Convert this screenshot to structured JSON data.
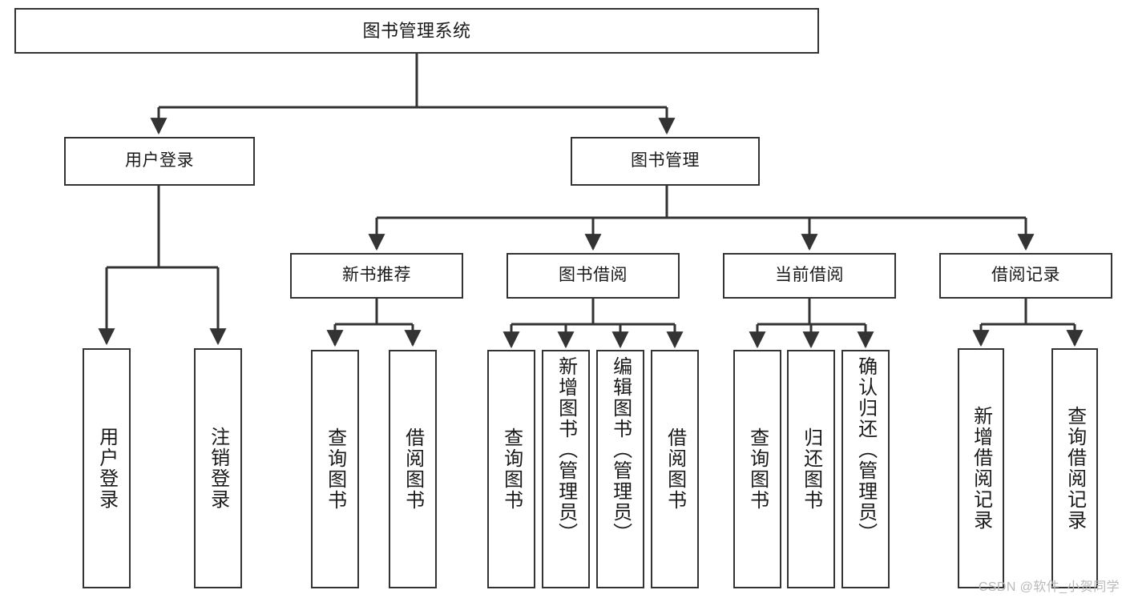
{
  "diagram": {
    "type": "tree",
    "title": "图书管理系统",
    "orientation": "top-down",
    "colors": {
      "background": "#ffffff",
      "box_border": "#333333",
      "box_fill": "#ffffff",
      "edge": "#333333",
      "text": "#1a1a1a",
      "watermark": "#b9b9b9"
    }
  },
  "root": {
    "label": "图书管理系统"
  },
  "level2": [
    {
      "label": "用户登录"
    },
    {
      "label": "图书管理"
    }
  ],
  "level3": [
    {
      "label": "新书推荐"
    },
    {
      "label": "图书借阅"
    },
    {
      "label": "当前借阅"
    },
    {
      "label": "借阅记录"
    }
  ],
  "leaves": {
    "user_login": [
      {
        "label": "用户登录"
      },
      {
        "label": "注销登录"
      }
    ],
    "new_book_recommend": [
      {
        "label": "查询图书"
      },
      {
        "label": "借阅图书"
      }
    ],
    "book_borrow": [
      {
        "label": "查询图书"
      },
      {
        "label": "新增图书（管理员）"
      },
      {
        "label": "编辑图书（管理员）"
      },
      {
        "label": "借阅图书"
      }
    ],
    "current_borrow": [
      {
        "label": "查询图书"
      },
      {
        "label": "归还图书"
      },
      {
        "label": "确认归还（管理员）"
      }
    ],
    "borrow_record": [
      {
        "label": "新增借阅记录"
      },
      {
        "label": "查询借阅记录"
      }
    ]
  },
  "watermark": {
    "text": "CSDN @软件_小贺同学"
  }
}
